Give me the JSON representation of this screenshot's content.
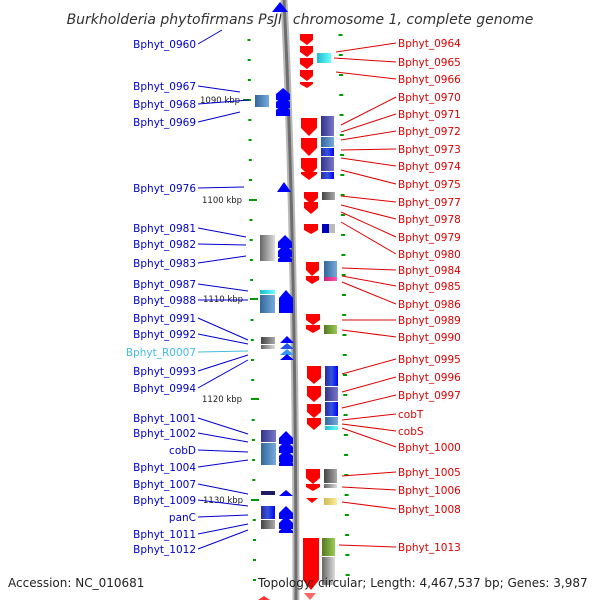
{
  "title": "Burkholderia phytofirmans PsJN chromosome 1, complete genome",
  "footer": {
    "accession": "Accession: NC_010681",
    "summary": "Topology: circular; Length: 4,467,537 bp; Genes: 3,987"
  },
  "colors": {
    "backbone": "#8c8c8c",
    "left_label": "#0000cc",
    "right_label": "#dd0000",
    "rna_label": "#44bbdd",
    "tick": "#009900",
    "forward_gene": "#0000ff",
    "reverse_gene": "#ff0000"
  },
  "scale_marks": [
    "1090 kbp",
    "1100 kbp",
    "1110 kbp",
    "1120 kbp",
    "1130 kbp"
  ],
  "left_labels": [
    {
      "text": "Bphyt_0960",
      "color": "#0000cc"
    },
    {
      "text": "Bphyt_0967",
      "color": "#0000cc"
    },
    {
      "text": "Bphyt_0968",
      "color": "#0000cc"
    },
    {
      "text": "Bphyt_0969",
      "color": "#0000cc"
    },
    {
      "text": "Bphyt_0976",
      "color": "#0000cc"
    },
    {
      "text": "Bphyt_0981",
      "color": "#0000cc"
    },
    {
      "text": "Bphyt_0982",
      "color": "#0000cc"
    },
    {
      "text": "Bphyt_0983",
      "color": "#0000cc"
    },
    {
      "text": "Bphyt_0987",
      "color": "#0000cc"
    },
    {
      "text": "Bphyt_0988",
      "color": "#0000cc"
    },
    {
      "text": "Bphyt_0991",
      "color": "#0000cc"
    },
    {
      "text": "Bphyt_0992",
      "color": "#0000cc"
    },
    {
      "text": "Bphyt_R0007",
      "color": "#44bbdd"
    },
    {
      "text": "Bphyt_0993",
      "color": "#0000cc"
    },
    {
      "text": "Bphyt_0994",
      "color": "#0000cc"
    },
    {
      "text": "Bphyt_1001",
      "color": "#0000cc"
    },
    {
      "text": "Bphyt_1002",
      "color": "#0000cc"
    },
    {
      "text": "cobD",
      "color": "#0000cc"
    },
    {
      "text": "Bphyt_1004",
      "color": "#0000cc"
    },
    {
      "text": "Bphyt_1007",
      "color": "#0000cc"
    },
    {
      "text": "Bphyt_1009",
      "color": "#0000cc"
    },
    {
      "text": "panC",
      "color": "#0000cc"
    },
    {
      "text": "Bphyt_1011",
      "color": "#0000cc"
    },
    {
      "text": "Bphyt_1012",
      "color": "#0000cc"
    }
  ],
  "right_labels": [
    "Bphyt_0964",
    "Bphyt_0965",
    "Bphyt_0966",
    "Bphyt_0970",
    "Bphyt_0971",
    "Bphyt_0972",
    "Bphyt_0973",
    "Bphyt_0974",
    "Bphyt_0975",
    "Bphyt_0977",
    "Bphyt_0978",
    "Bphyt_0979",
    "Bphyt_0980",
    "Bphyt_0984",
    "Bphyt_0985",
    "Bphyt_0986",
    "Bphyt_0989",
    "Bphyt_0990",
    "Bphyt_0995",
    "Bphyt_0996",
    "Bphyt_0997",
    "cobT",
    "cobS",
    "Bphyt_1000",
    "Bphyt_1005",
    "Bphyt_1006",
    "Bphyt_1008",
    "Bphyt_1013"
  ]
}
